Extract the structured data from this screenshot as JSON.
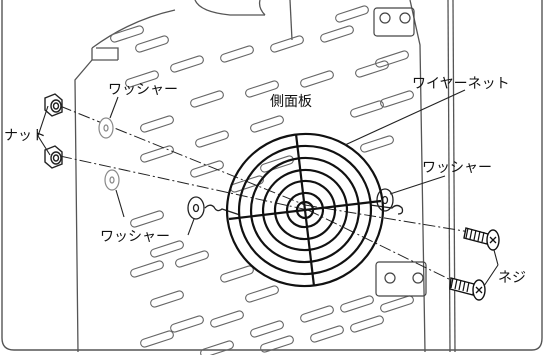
{
  "labels": {
    "washer_top": "ワッシャー",
    "side_panel": "側面板",
    "wire_net": "ワイヤーネット",
    "nut": "ナット",
    "washer_right": "ワッシャー",
    "washer_bottom": "ワッシャー",
    "screw": "ネジ"
  },
  "colors": {
    "line": "#1a1a1a",
    "background": "#ffffff",
    "panel_gray": "#666666"
  }
}
